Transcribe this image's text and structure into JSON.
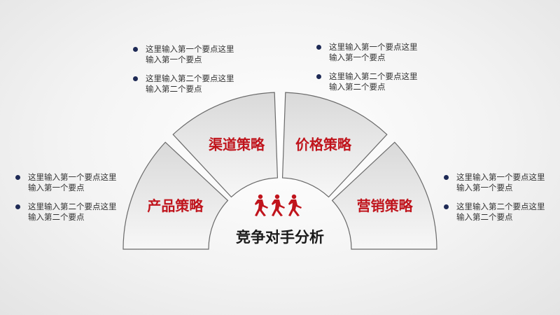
{
  "center_title": "竞争对手分析",
  "segments": [
    {
      "label": "产品策略"
    },
    {
      "label": "渠道策略"
    },
    {
      "label": "价格策略"
    },
    {
      "label": "营销策略"
    }
  ],
  "notes": {
    "left": [
      "这里输入第一个要点这里输入第一个要点",
      "这里输入第二个要点这里输入第二个要点"
    ],
    "top_left": [
      "这里输入第一个要点这里输入第一个要点",
      "这里输入第二个要点这里输入第二个要点"
    ],
    "top_right": [
      "这里输入第一个要点这里输入第一个要点",
      "这里输入第二个要点这里输入第二个要点"
    ],
    "right": [
      "这里输入第一个要点这里输入第一个要点",
      "这里输入第二个要点这里输入第二个要点"
    ]
  },
  "colors": {
    "accent": "#c0141c",
    "bullet": "#1e2a55",
    "icon": "#c0141c"
  },
  "icons": [
    "running-people-icon"
  ]
}
